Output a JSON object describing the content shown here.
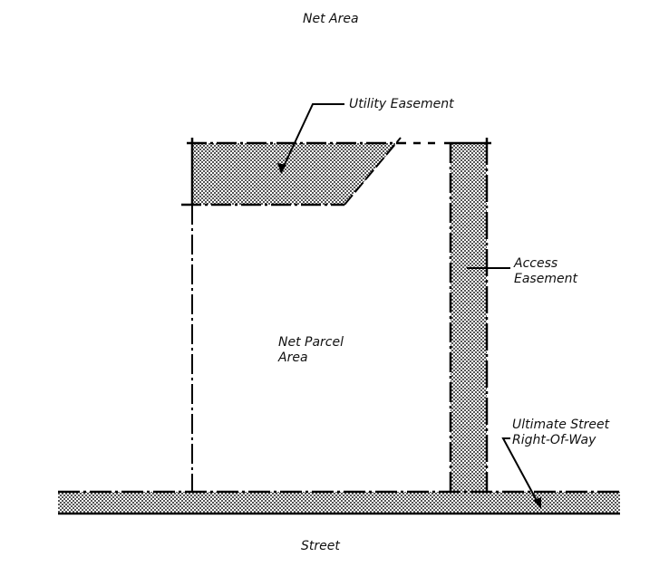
{
  "title": "Net Area",
  "labels": {
    "utility_easement": "Utility Easement",
    "access_easement_1": "Access",
    "access_easement_2": "Easement",
    "net_parcel_1": "Net Parcel",
    "net_parcel_2": "Area",
    "row_1": "Ultimate Street",
    "row_2": "Right-Of-Way",
    "street": "Street"
  }
}
